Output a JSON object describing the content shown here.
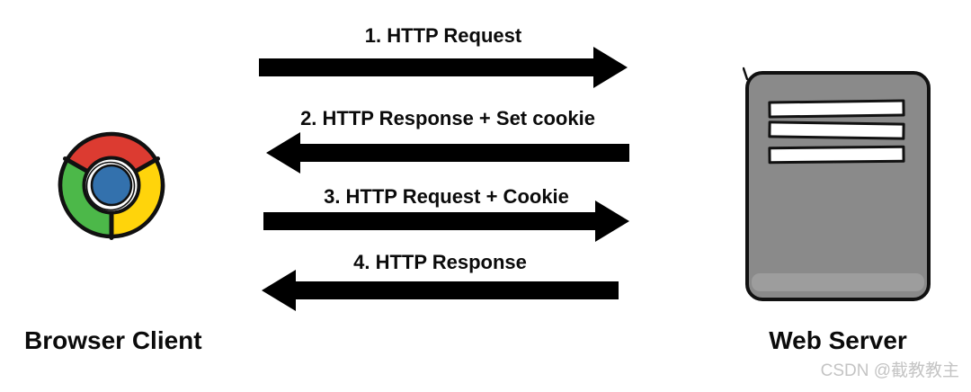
{
  "diagram": {
    "client": {
      "label": "Browser Client",
      "icon": "chrome-browser"
    },
    "server": {
      "label": "Web Server",
      "icon": "server-tower"
    },
    "messages": [
      {
        "label": "1. HTTP Request",
        "direction": "right"
      },
      {
        "label": "2. HTTP Response + Set cookie",
        "direction": "left"
      },
      {
        "label": "3. HTTP Request + Cookie",
        "direction": "right"
      },
      {
        "label": "4. HTTP Response",
        "direction": "left"
      }
    ]
  },
  "watermark": {
    "text": "CSDN @截教教主"
  },
  "colors": {
    "arrow": "#000000",
    "text": "#0b0b0b",
    "outline": "#111111",
    "chrome_red": "#DC3B31",
    "chrome_green": "#4CB849",
    "chrome_yellow": "#FFD40B",
    "chrome_blue": "#3371AD",
    "server_gray": "#8A8A8A",
    "server_gray_light": "#9D9D9D",
    "slot_white": "#FFFFFF",
    "watermark_gray": "#C4C4C4"
  }
}
